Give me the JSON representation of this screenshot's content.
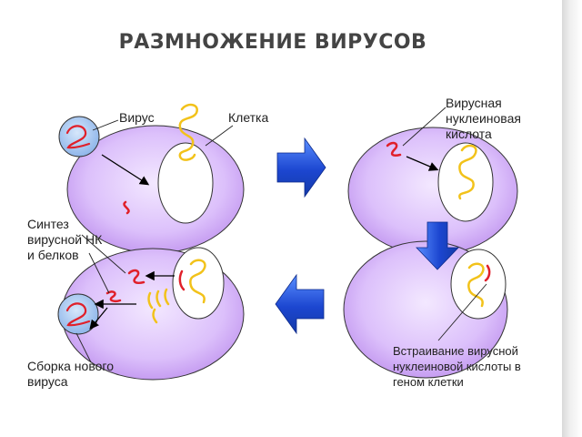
{
  "title": "РАЗМНОЖЕНИЕ ВИРУСОВ",
  "labels": {
    "virus": "Вирус",
    "cell": "Клетка",
    "viral_nucleic_acid": "Вирусная\nнуклеиновая\nкислота",
    "synthesis": "Синтез\nвирусной НК\nи белков",
    "assembly": "Сборка нового\nвируса",
    "integration": "Встраивание вирусной\nнуклеиновой кислоты в\nгеном клетки"
  },
  "colors": {
    "cell_fill_center": "#f1e4ff",
    "cell_fill_edge": "#c79bf1",
    "virus_fill": "#a9c9f2",
    "arrow_blue": "#1f4fd8",
    "arrow_blue_light": "#4d86ff",
    "nucleic_acid_yellow": "#f2c21a",
    "nucleic_acid_red": "#e0202a",
    "title_color": "#444444"
  }
}
